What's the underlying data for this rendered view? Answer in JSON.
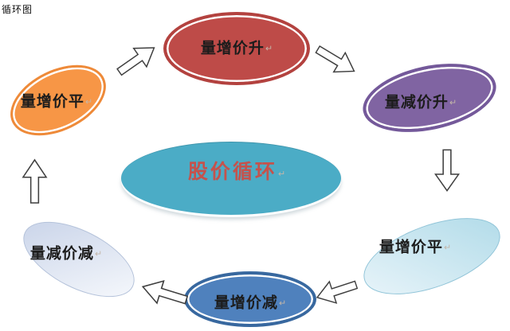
{
  "doc": {
    "title": "循环图"
  },
  "paragraph_mark": "↵",
  "label_color": "#1c1c1c",
  "center": {
    "label": "股价循环",
    "fill": "#4BACC6",
    "text_color": "#C5524C"
  },
  "nodes": [
    {
      "id": "volume-up-price-up",
      "label": "量增价升",
      "fill": "#BE4B48",
      "border": "#B3423F"
    },
    {
      "id": "volume-down-price-up",
      "label": "量减价升",
      "fill": "#8064A2",
      "border": "#74599A"
    },
    {
      "id": "volume-up-price-flat-right",
      "label": "量增价平",
      "fill": "#AFDAE8",
      "fill2": "#EAF5FA",
      "border": "#90C4D8"
    },
    {
      "id": "volume-up-price-down",
      "label": "量增价减",
      "fill": "#4F81BD",
      "border": "#38689F"
    },
    {
      "id": "volume-down-price-down",
      "label": "量减价减",
      "fill": "#C7D2E8",
      "fill2": "#F8FAFD",
      "border": "#B4C2DA"
    },
    {
      "id": "volume-up-price-flat-left",
      "label": "量增价平",
      "fill": "#F79646",
      "border": "#EE8A39"
    }
  ],
  "arrows": [
    {
      "direction": "up-right"
    },
    {
      "direction": "down-right"
    },
    {
      "direction": "down"
    },
    {
      "direction": "left-down"
    },
    {
      "direction": "left-up"
    },
    {
      "direction": "up"
    }
  ]
}
